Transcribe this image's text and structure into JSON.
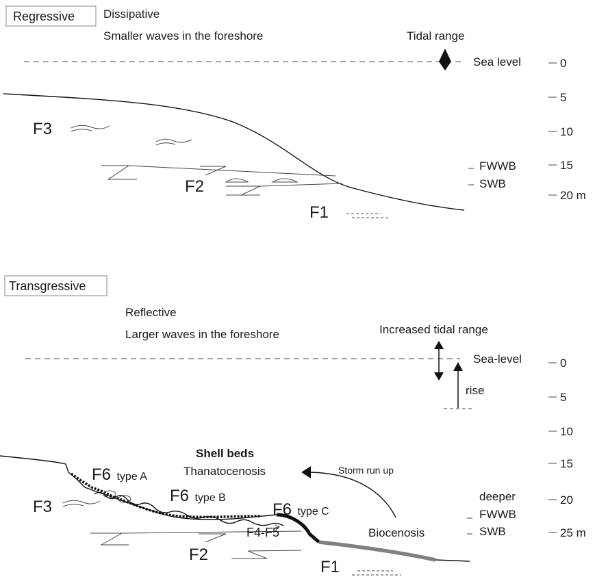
{
  "regressive": {
    "box_label": "Regressive",
    "beach_type": "Dissipative",
    "waves": "Smaller waves in the foreshore",
    "tidal_range": "Tidal range",
    "sea_level": "Sea level",
    "depths": [
      "0",
      "5",
      "10",
      "15",
      "20 m"
    ],
    "fwwb": "FWWB",
    "swb": "SWB",
    "facies": {
      "f1": "F1",
      "f2": "F2",
      "f3": "F3"
    }
  },
  "transgressive": {
    "box_label": "Transgressive",
    "beach_type": "Reflective",
    "waves": "Larger waves in the foreshore",
    "tidal_range": "Increased tidal range",
    "sea_level": "Sea-level",
    "rise": "rise",
    "depths": [
      "0",
      "5",
      "10",
      "15",
      "20",
      "25 m"
    ],
    "deeper": "deeper",
    "fwwb": "FWWB",
    "swb": "SWB",
    "shell_beds": "Shell beds",
    "thanatocenosis": "Thanatocenosis",
    "storm_run_up": "Storm run up",
    "biocenosis": "Biocenosis",
    "facies": {
      "f1": "F1",
      "f2": "F2",
      "f3": "F3",
      "f45": "F4-F5",
      "f6a": "F6",
      "f6a_type": "type A",
      "f6b": "F6",
      "f6b_type": "type B",
      "f6c": "F6",
      "f6c_type": "type C"
    }
  }
}
